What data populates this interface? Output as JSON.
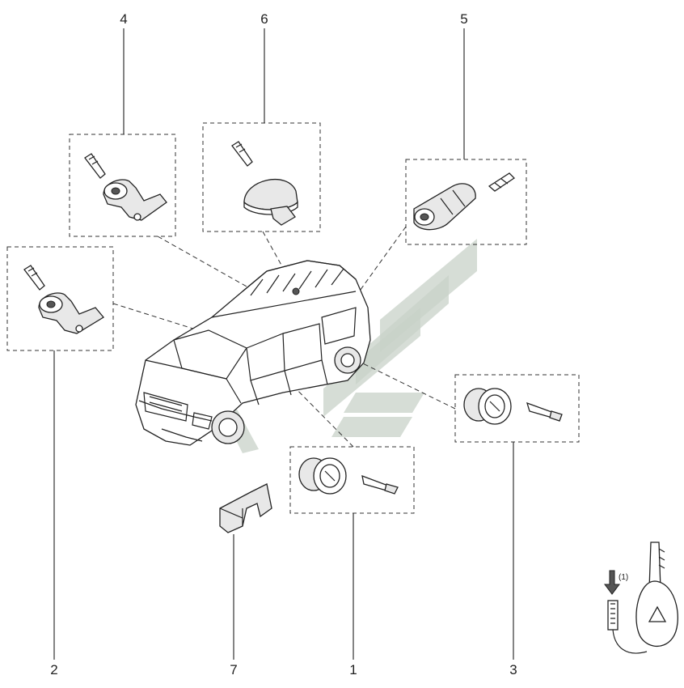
{
  "callouts": {
    "c1": "1",
    "c2": "2",
    "c3": "3",
    "c4": "4",
    "c5": "5",
    "c6": "6",
    "c7": "7"
  },
  "key_note": "(1)",
  "colors": {
    "line": "#222222",
    "fill": "#e8e8e8",
    "watermark": "#c8d2c8"
  }
}
